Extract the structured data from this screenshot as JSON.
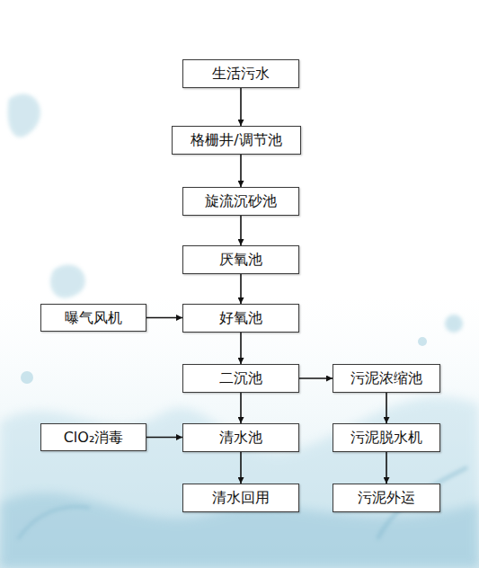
{
  "diagram": {
    "nodes": [
      {
        "text": [
          "生活污水"
        ]
      },
      {
        "text": [
          "格栅井/调节池"
        ]
      },
      {
        "text": [
          "旋流沉砂池"
        ]
      },
      {
        "text": [
          "厌氧池"
        ]
      },
      {
        "text": [
          "曝气风机"
        ]
      },
      {
        "text": [
          "好氧池"
        ]
      },
      {
        "text": [
          "二沉池"
        ]
      },
      {
        "text": [
          "污泥浓缩池"
        ]
      },
      {
        "text": [
          "ClO₂消毒"
        ]
      },
      {
        "text": [
          "清水池"
        ]
      },
      {
        "text": [
          "污泥脱水机"
        ]
      },
      {
        "text": [
          "清水回用"
        ]
      },
      {
        "text": [
          "污泥外运"
        ]
      }
    ],
    "edges": [
      {
        "from": 0,
        "to": 1,
        "arrow": "to"
      },
      {
        "from": 1,
        "to": 2,
        "arrow": "to"
      },
      {
        "from": 2,
        "to": 3,
        "arrow": "to"
      },
      {
        "from": 3,
        "to": 5,
        "arrow": "to"
      },
      {
        "from": 4,
        "to": 5,
        "arrow": "to"
      },
      {
        "from": 5,
        "to": 6,
        "arrow": "to"
      },
      {
        "from": 6,
        "to": 7,
        "arrow": "to"
      },
      {
        "from": 6,
        "to": 9,
        "arrow": "to"
      },
      {
        "from": 8,
        "to": 9,
        "arrow": "to"
      },
      {
        "from": 9,
        "to": 11,
        "arrow": "to"
      },
      {
        "from": 7,
        "to": 10,
        "arrow": "to"
      },
      {
        "from": 10,
        "to": 12,
        "arrow": "to"
      }
    ]
  }
}
